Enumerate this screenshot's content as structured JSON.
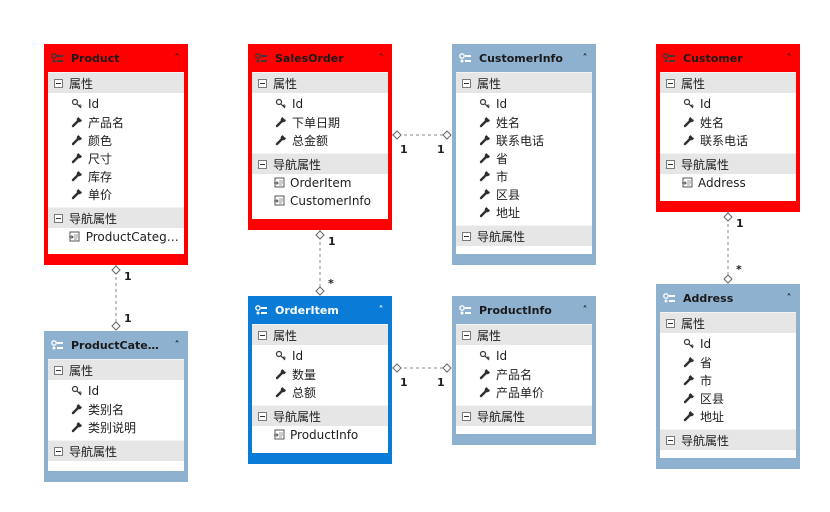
{
  "colors": {
    "red_header": "#ff0000",
    "blue_header": "#8fb1d0",
    "selected_header": "#0a7bd6",
    "section_bg": "#e6e6e6",
    "connector": "#8a8a8a"
  },
  "section_labels": {
    "properties": "属性",
    "navigation": "导航属性"
  },
  "entities": [
    {
      "id": "product",
      "title": "Product",
      "theme": "red",
      "properties": [
        {
          "name": "Id",
          "icon": "key-icon"
        },
        {
          "name": "产品名",
          "icon": "wrench-icon"
        },
        {
          "name": "颜色",
          "icon": "wrench-icon"
        },
        {
          "name": "尺寸",
          "icon": "wrench-icon"
        },
        {
          "name": "库存",
          "icon": "wrench-icon"
        },
        {
          "name": "单价",
          "icon": "wrench-icon"
        }
      ],
      "navigation": [
        {
          "name": "ProductCatego…",
          "icon": "navigation-property-icon"
        }
      ]
    },
    {
      "id": "salesorder",
      "title": "SalesOrder",
      "theme": "red",
      "properties": [
        {
          "name": "Id",
          "icon": "key-icon"
        },
        {
          "name": "下单日期",
          "icon": "wrench-icon"
        },
        {
          "name": "总金额",
          "icon": "wrench-icon"
        }
      ],
      "navigation": [
        {
          "name": "OrderItem",
          "icon": "navigation-property-icon"
        },
        {
          "name": "CustomerInfo",
          "icon": "navigation-property-icon"
        }
      ]
    },
    {
      "id": "customerinfo",
      "title": "CustomerInfo",
      "theme": "blue",
      "properties": [
        {
          "name": "Id",
          "icon": "key-icon"
        },
        {
          "name": "姓名",
          "icon": "wrench-icon"
        },
        {
          "name": "联系电话",
          "icon": "wrench-icon"
        },
        {
          "name": "省",
          "icon": "wrench-icon"
        },
        {
          "name": "市",
          "icon": "wrench-icon"
        },
        {
          "name": "区县",
          "icon": "wrench-icon"
        },
        {
          "name": "地址",
          "icon": "wrench-icon"
        }
      ],
      "navigation": []
    },
    {
      "id": "customer",
      "title": "Customer",
      "theme": "red",
      "properties": [
        {
          "name": "Id",
          "icon": "key-icon"
        },
        {
          "name": "姓名",
          "icon": "wrench-icon"
        },
        {
          "name": "联系电话",
          "icon": "wrench-icon"
        }
      ],
      "navigation": [
        {
          "name": "Address",
          "icon": "navigation-property-icon"
        }
      ]
    },
    {
      "id": "productcategory",
      "title": "ProductCate…",
      "theme": "blue",
      "properties": [
        {
          "name": "Id",
          "icon": "key-icon"
        },
        {
          "name": "类别名",
          "icon": "wrench-icon"
        },
        {
          "name": "类别说明",
          "icon": "wrench-icon"
        }
      ],
      "navigation": []
    },
    {
      "id": "orderitem",
      "title": "OrderItem",
      "theme": "selected",
      "properties": [
        {
          "name": "Id",
          "icon": "key-icon"
        },
        {
          "name": "数量",
          "icon": "wrench-icon"
        },
        {
          "name": "总额",
          "icon": "wrench-icon"
        }
      ],
      "navigation": [
        {
          "name": "ProductInfo",
          "icon": "navigation-property-icon"
        }
      ]
    },
    {
      "id": "productinfo",
      "title": "ProductInfo",
      "theme": "blue",
      "properties": [
        {
          "name": "Id",
          "icon": "key-icon"
        },
        {
          "name": "产品名",
          "icon": "wrench-icon"
        },
        {
          "name": "产品单价",
          "icon": "wrench-icon"
        }
      ],
      "navigation": []
    },
    {
      "id": "address",
      "title": "Address",
      "theme": "blue",
      "properties": [
        {
          "name": "Id",
          "icon": "key-icon"
        },
        {
          "name": "省",
          "icon": "wrench-icon"
        },
        {
          "name": "市",
          "icon": "wrench-icon"
        },
        {
          "name": "区县",
          "icon": "wrench-icon"
        },
        {
          "name": "地址",
          "icon": "wrench-icon"
        }
      ],
      "navigation": []
    }
  ],
  "associations": [
    {
      "from": "product",
      "to": "productcategory",
      "from_mult": "1",
      "to_mult": "1"
    },
    {
      "from": "salesorder",
      "to": "customerinfo",
      "from_mult": "1",
      "to_mult": "1"
    },
    {
      "from": "salesorder",
      "to": "orderitem",
      "from_mult": "1",
      "to_mult": "*"
    },
    {
      "from": "orderitem",
      "to": "productinfo",
      "from_mult": "1",
      "to_mult": "1"
    },
    {
      "from": "customer",
      "to": "address",
      "from_mult": "1",
      "to_mult": "*"
    }
  ]
}
